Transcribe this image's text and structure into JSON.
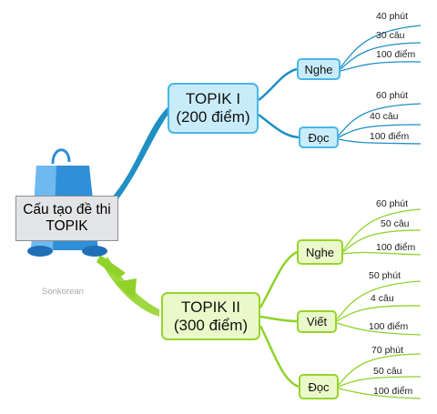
{
  "center": {
    "line1": "Cấu tạo đề thi",
    "line2": "TOPIK"
  },
  "watermark": "Sonkorean",
  "colors": {
    "blue_branch": "#1f8fc4",
    "blue_node_fill": "#c9ecfb",
    "green_branch": "#8fd22a",
    "green_node_fill": "#eaf9c9",
    "bag": "#2f8fd8"
  },
  "topik1": {
    "line1": "TOPIK I",
    "line2": "(200 điểm)",
    "sections": [
      {
        "name": "Nghe",
        "items": [
          "40 phút",
          "30 câu",
          "100 điểm"
        ]
      },
      {
        "name": "Đọc",
        "items": [
          "60 phút",
          "40 câu",
          "100 điểm"
        ]
      }
    ]
  },
  "topik2": {
    "line1": "TOPIK II",
    "line2": "(300 điểm)",
    "sections": [
      {
        "name": "Nghe",
        "items": [
          "60 phút",
          "50 câu",
          "100 điểm"
        ]
      },
      {
        "name": "Viết",
        "items": [
          "50 phút",
          "4 câu",
          "100 điểm"
        ]
      },
      {
        "name": "Đọc",
        "items": [
          "70 phút",
          "50 câu",
          "100 điểm"
        ]
      }
    ]
  },
  "icons": [
    "shopping-bag-icon",
    "arrow-down-right-icon"
  ]
}
